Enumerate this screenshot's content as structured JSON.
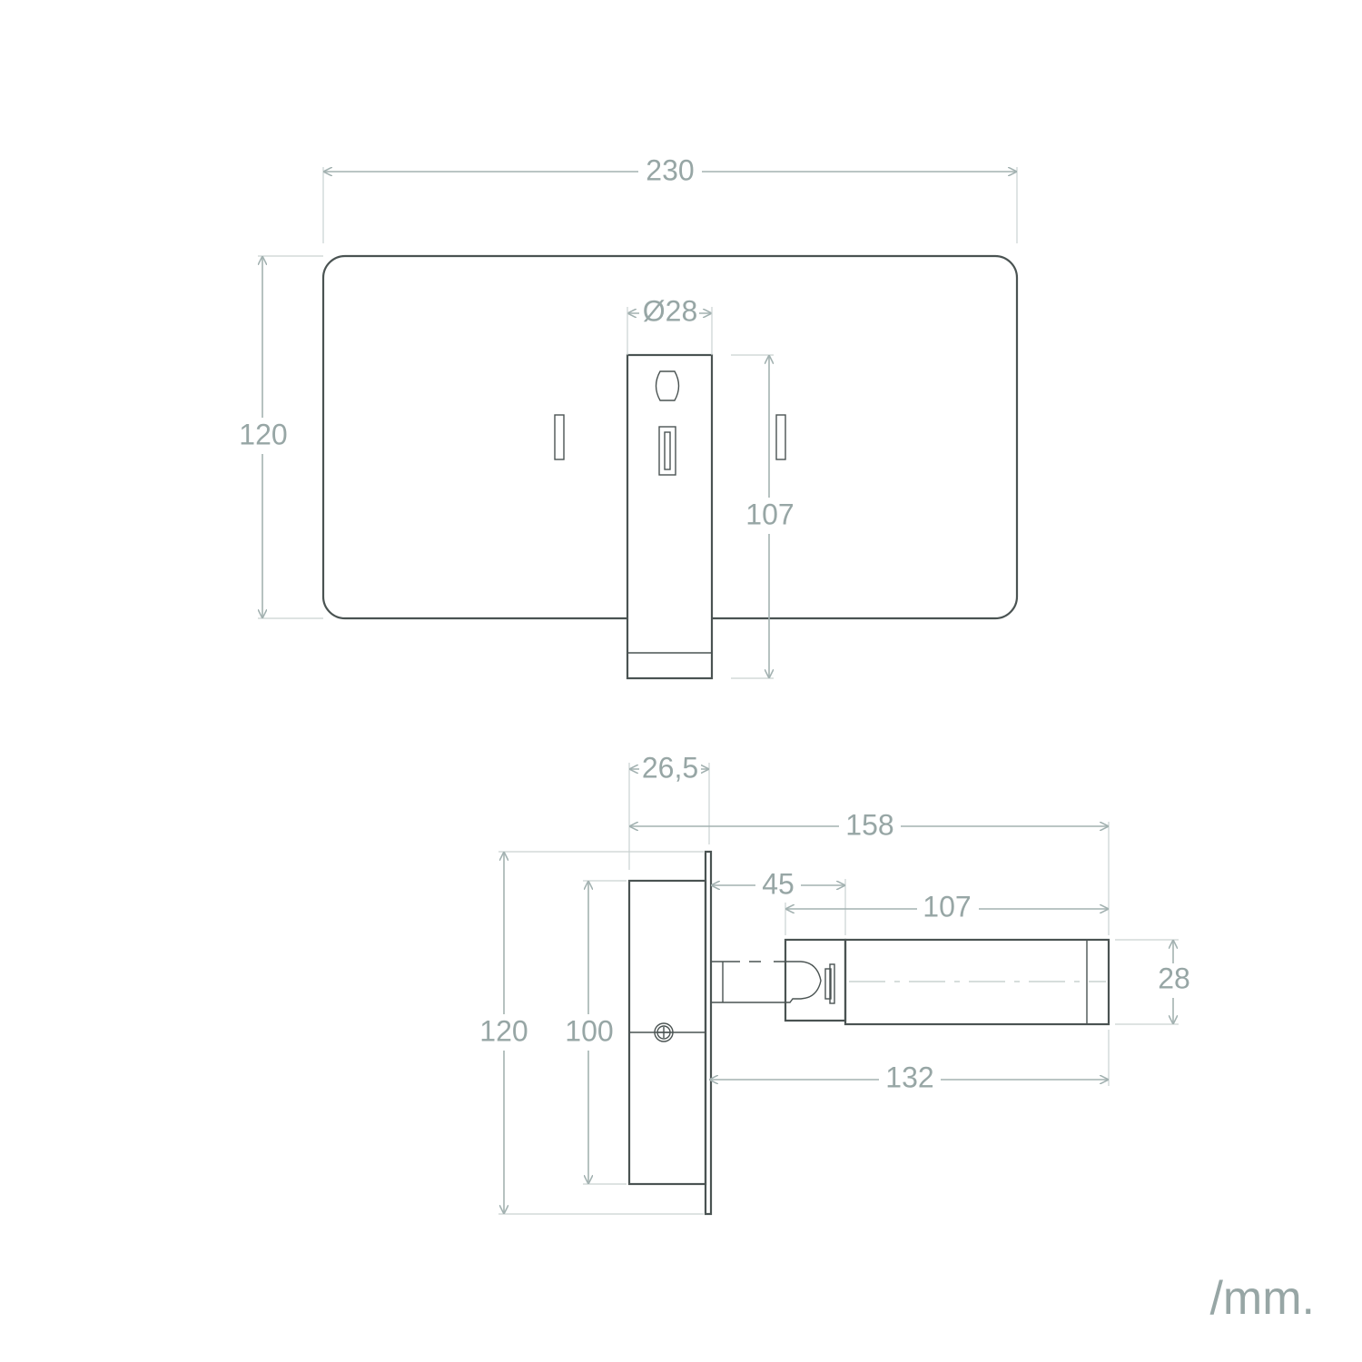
{
  "title": "Wall lamp dimension drawing",
  "front_view": {
    "width": "230",
    "height": "120",
    "head_diameter": "Ø28",
    "arm_length": "107"
  },
  "side_view": {
    "depth_box": "26,5",
    "total_projection": "158",
    "arm_offset": "45",
    "head_length": "107",
    "head_height": "28",
    "plate_height": "120",
    "box_height": "100",
    "projection_from_plate": "132"
  },
  "unit": "/mm.",
  "colors": {
    "outline": "#4a5352",
    "dimension": "#a3b2b1"
  }
}
